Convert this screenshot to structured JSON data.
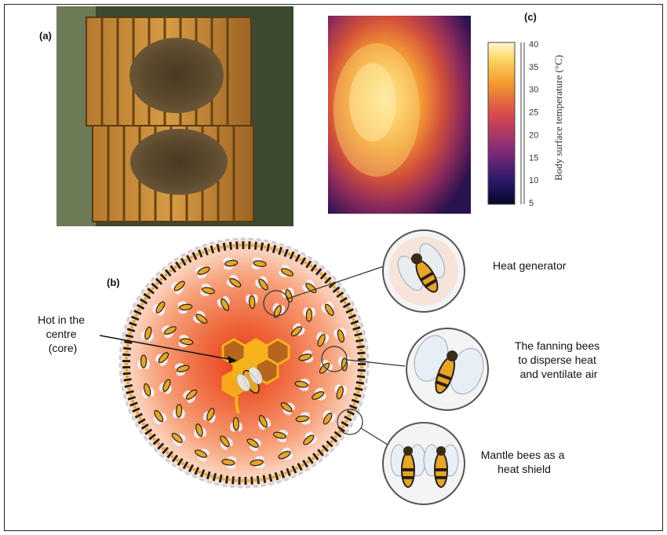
{
  "panels": {
    "a": "(a)",
    "b": "(b)",
    "c": "(c)"
  },
  "colorbar": {
    "label": "Body surface temperature (°C)",
    "ticks": [
      "40",
      "35",
      "30",
      "25",
      "20",
      "15",
      "10",
      "5"
    ],
    "range": [
      5,
      40
    ]
  },
  "labels": {
    "core": [
      "Hot in the",
      "centre",
      "(core)"
    ],
    "heat_generator": [
      "Heat generator"
    ],
    "fanning": [
      "The fanning bees",
      "to disperse heat",
      "and ventilate air"
    ],
    "mantle": [
      "Mantle bees as a",
      "heat shield"
    ]
  },
  "colors": {
    "core": "#e8391a",
    "mid": "#f59a6c",
    "outer": "#fde3d3",
    "honey": "#f6b21a",
    "bee_stripe": "#2a2018",
    "bee_body": "#e7a529",
    "thermal_hot": "#ffe9a8",
    "thermal_cold": "#0a0a3a"
  }
}
